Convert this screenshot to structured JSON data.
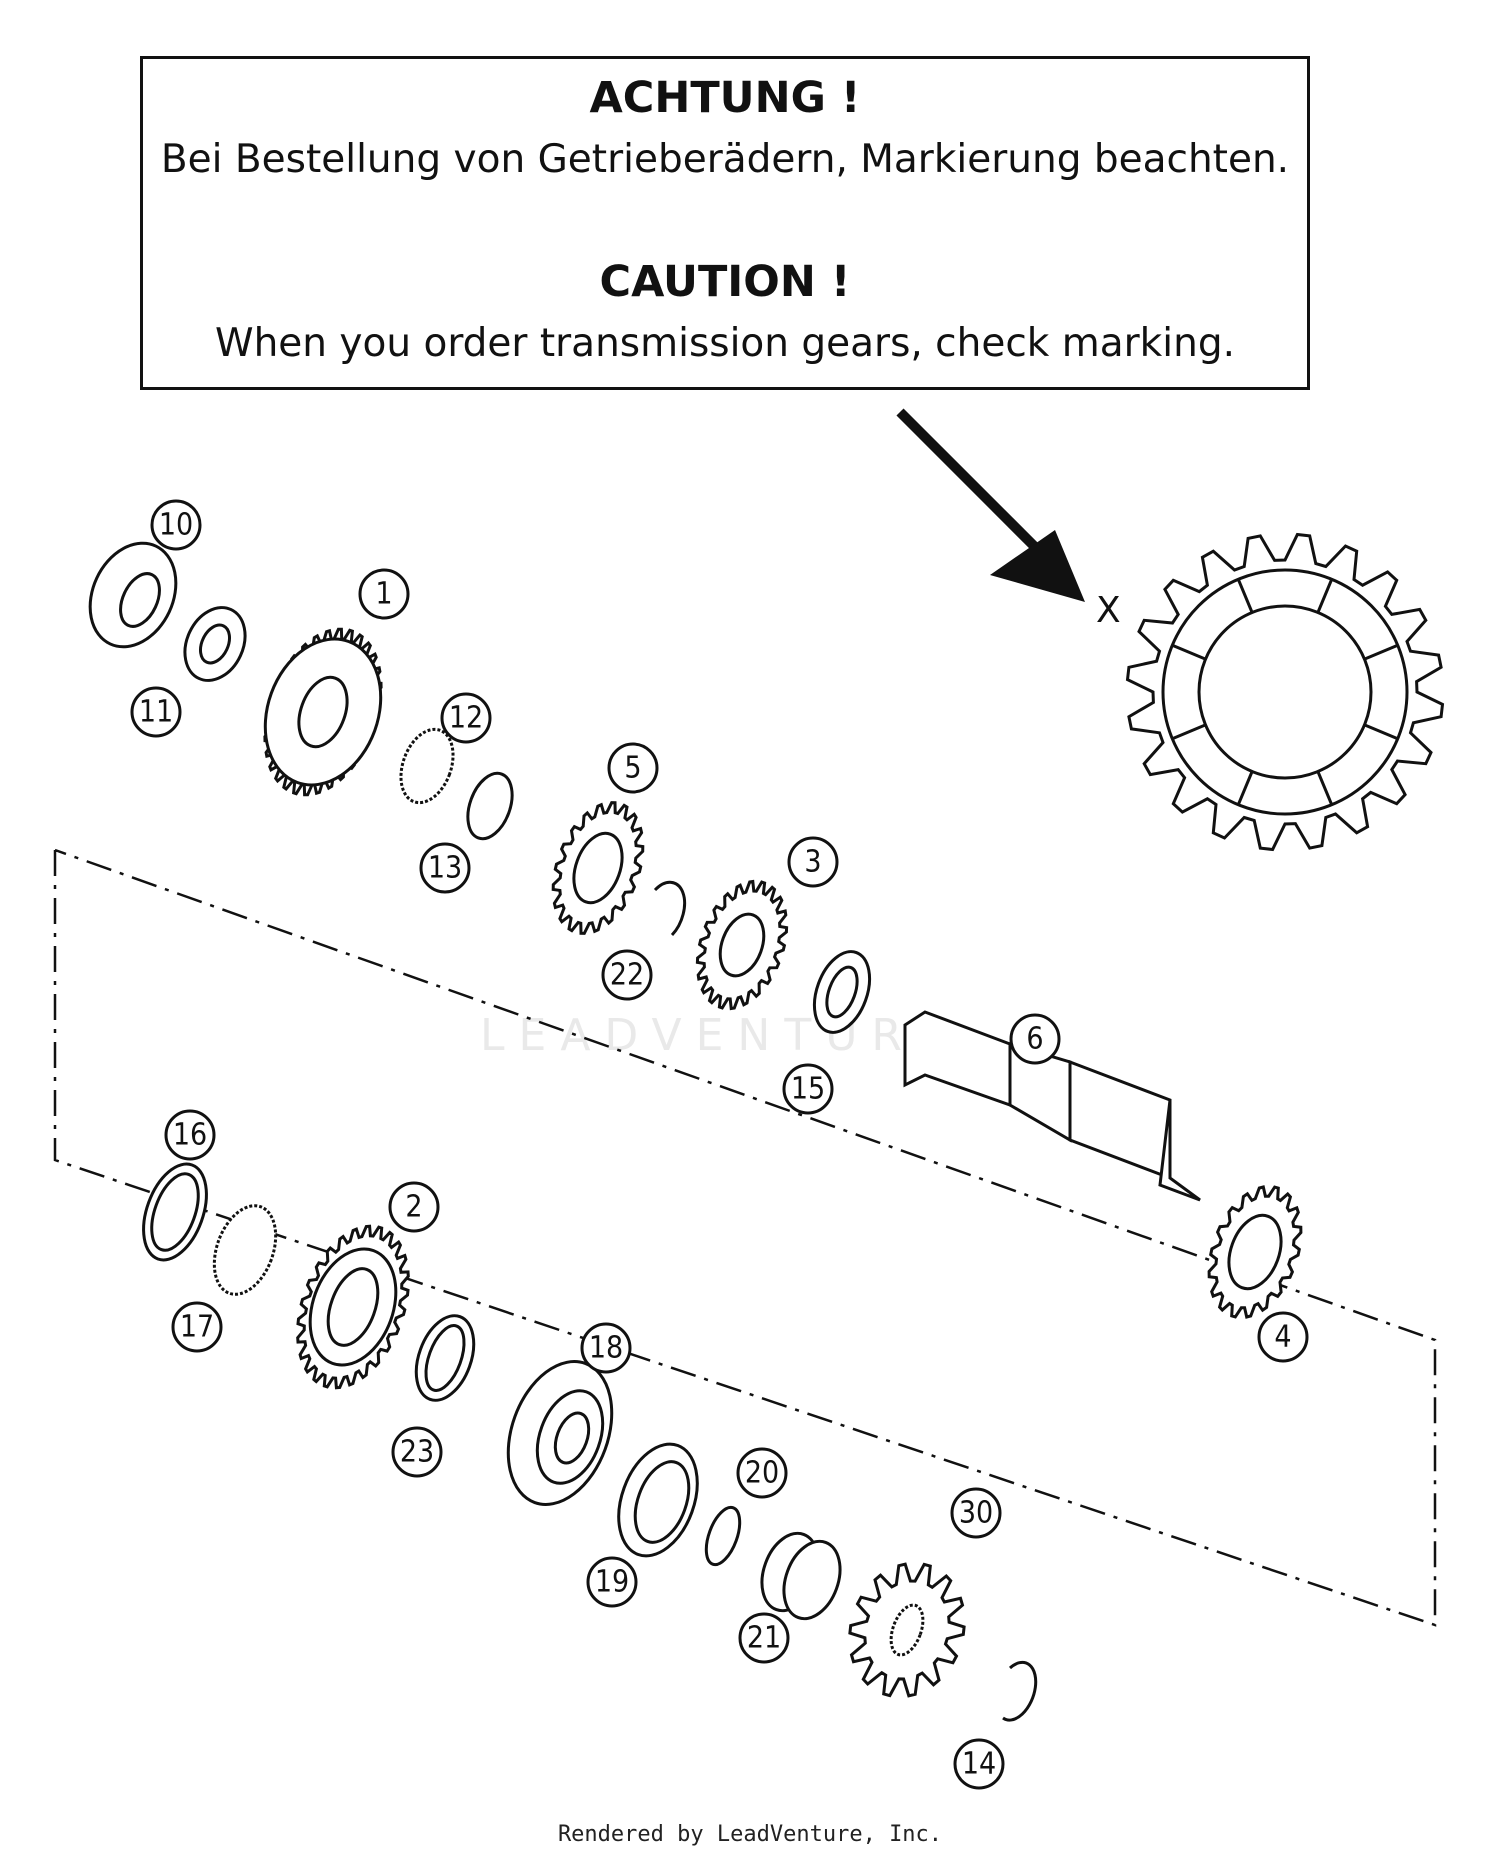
{
  "warning": {
    "de_title": "ACHTUNG !",
    "de_text": "Bei Bestellung von Getrieberädern, Markierung beachten.",
    "en_title": "CAUTION !",
    "en_text": "When you order transmission gears, check marking."
  },
  "marking_symbol": "X",
  "callouts": [
    "1",
    "2",
    "3",
    "4",
    "5",
    "6",
    "10",
    "11",
    "12",
    "13",
    "14",
    "15",
    "16",
    "17",
    "18",
    "19",
    "20",
    "21",
    "22",
    "23",
    "30"
  ],
  "watermark": "LEADVENTURE",
  "footer": "Rendered by LeadVenture, Inc."
}
